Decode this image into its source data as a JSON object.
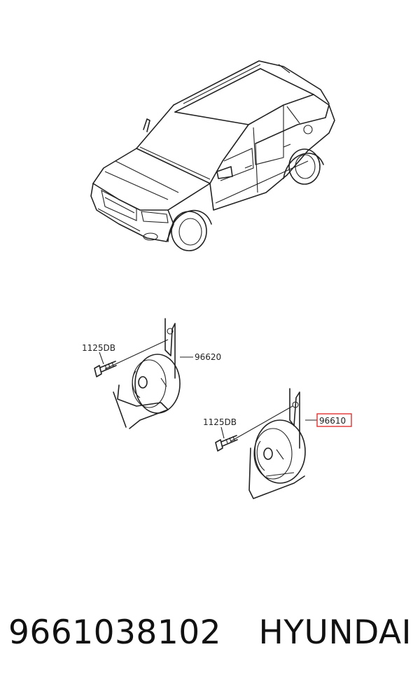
{
  "labels": {
    "bolt_top": "1125DB",
    "horn_low": "96620",
    "bolt_bottom": "1125DB",
    "horn_high": "96610"
  },
  "highlight_color": "#e03030",
  "footer": {
    "part_number": "9661038102",
    "brand": "HYUNDAI"
  }
}
